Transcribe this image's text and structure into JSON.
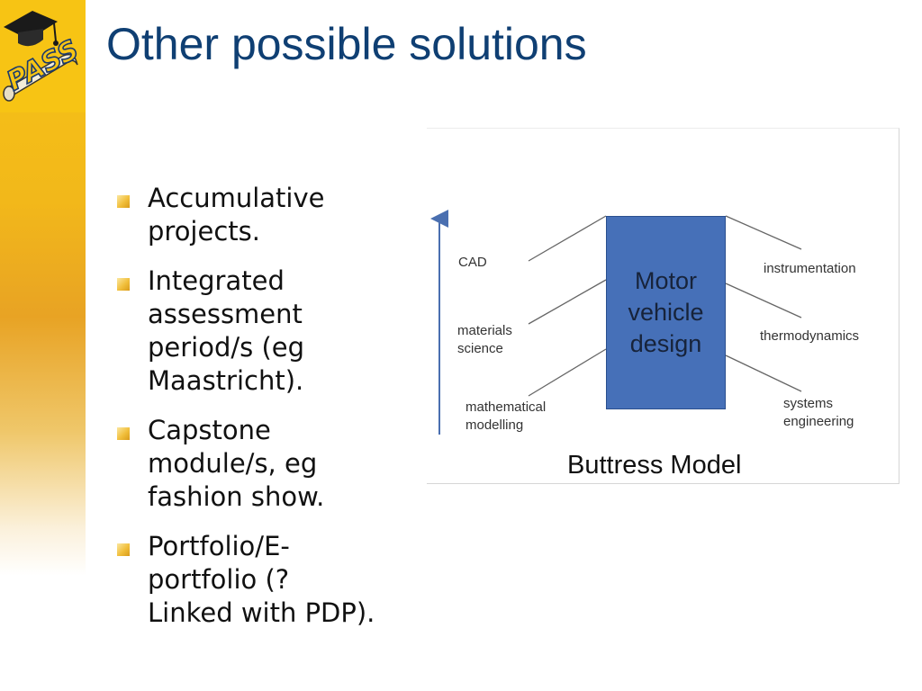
{
  "title": "Other possible solutions",
  "logo": {
    "text": "PASS",
    "icon": "graduation-cap-scroll"
  },
  "bullets": [
    {
      "lines": [
        "Accumulative",
        "projects."
      ]
    },
    {
      "lines": [
        "Integrated",
        "assessment",
        "period/s (eg",
        "Maastricht)."
      ]
    },
    {
      "lines": [
        "Capstone",
        "module/s, eg",
        "fashion show."
      ]
    },
    {
      "lines": [
        "Portfolio/E-",
        "portfolio (?",
        "Linked with PDP)."
      ]
    }
  ],
  "diagram": {
    "center": [
      "Motor",
      "vehicle",
      "design"
    ],
    "left": [
      [
        "CAD"
      ],
      [
        "materials",
        "science"
      ],
      [
        "mathematical",
        "modelling"
      ]
    ],
    "right": [
      [
        "instrumentation"
      ],
      [
        "thermodynamics"
      ],
      [
        "systems",
        "engineering"
      ]
    ],
    "caption": "Buttress Model",
    "colors": {
      "box": "#4670b8",
      "arrow": "#4a6fb0",
      "lines": "#666666"
    }
  },
  "colors": {
    "title": "#0f3f73",
    "band": "#f2b81a"
  }
}
